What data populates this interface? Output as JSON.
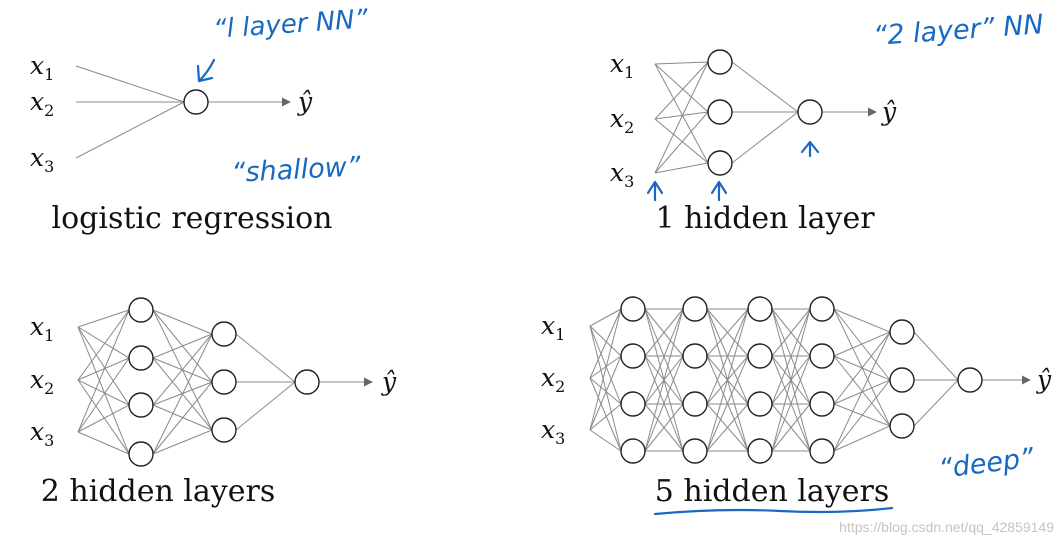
{
  "panels": [
    {
      "id": "logistic",
      "caption": "logistic regression",
      "inputs": [
        {
          "v": "x",
          "s": "1"
        },
        {
          "v": "x",
          "s": "2"
        },
        {
          "v": "x",
          "s": "3"
        }
      ],
      "hidden_layers": [],
      "output_label": "ŷ",
      "annotations": [
        "“l layer NN”",
        "“shallow”"
      ]
    },
    {
      "id": "one-hidden",
      "caption": "1 hidden layer",
      "inputs": [
        {
          "v": "x",
          "s": "1"
        },
        {
          "v": "x",
          "s": "2"
        },
        {
          "v": "x",
          "s": "3"
        }
      ],
      "hidden_layers": [
        3
      ],
      "output_label": "ŷ",
      "annotations": [
        "“2 layer” NN"
      ]
    },
    {
      "id": "two-hidden",
      "caption": "2 hidden layers",
      "inputs": [
        {
          "v": "x",
          "s": "1"
        },
        {
          "v": "x",
          "s": "2"
        },
        {
          "v": "x",
          "s": "3"
        }
      ],
      "hidden_layers": [
        4,
        3
      ],
      "output_label": "ŷ",
      "annotations": []
    },
    {
      "id": "five-hidden",
      "caption": "5 hidden layers",
      "inputs": [
        {
          "v": "x",
          "s": "1"
        },
        {
          "v": "x",
          "s": "2"
        },
        {
          "v": "x",
          "s": "3"
        }
      ],
      "hidden_layers": [
        4,
        4,
        4,
        4,
        3
      ],
      "output_label": "ŷ",
      "annotations": [
        "“deep”"
      ]
    }
  ],
  "watermark": "https://blog.csdn.net/qq_42859149",
  "colors": {
    "ink": "#1769c1",
    "edge": "#8a8a8a",
    "node_stroke": "#222222"
  }
}
